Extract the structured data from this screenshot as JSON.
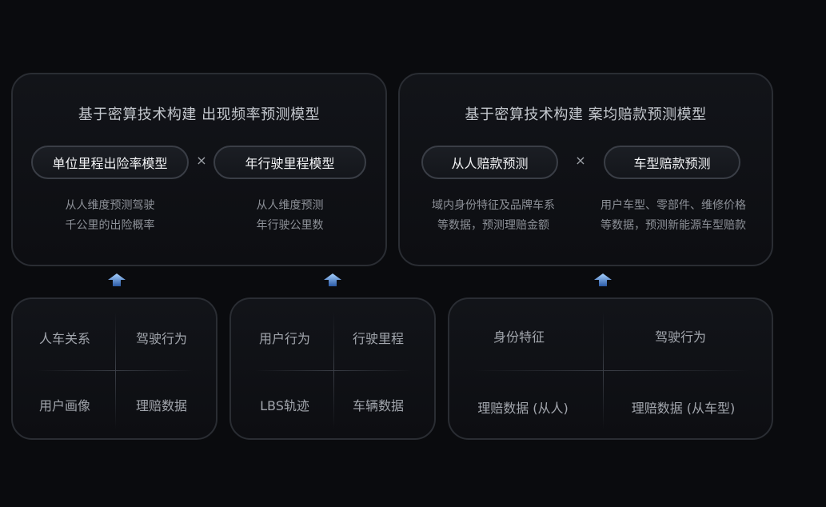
{
  "panels": {
    "left": {
      "title": "基于密算技术构建 出现频率预测模型",
      "pill_a": "单位里程出险率模型",
      "times": "×",
      "pill_b": "年行驶里程模型",
      "desc_a_1": "从人维度预测驾驶",
      "desc_a_2": "千公里的出险概率",
      "desc_b_1": "从人维度预测",
      "desc_b_2": "年行驶公里数"
    },
    "right": {
      "title": "基于密算技术构建 案均赔款预测模型",
      "pill_a": "从人赔款预测",
      "times": "×",
      "pill_b": "车型赔款预测",
      "desc_a_1": "域内身份特征及品牌车系",
      "desc_a_2": "等数据，预测理赔金额",
      "desc_b_1": "用户车型、零部件、维修价格",
      "desc_b_2": "等数据，预测新能源车型赔款"
    }
  },
  "sources": {
    "box1": [
      "人车关系",
      "驾驶行为",
      "用户画像",
      "理赔数据"
    ],
    "box2": [
      "用户行为",
      "行驶里程",
      "LBS轨迹",
      "车辆数据"
    ],
    "box3": [
      "身份特征",
      "驾驶行为",
      "理赔数据 (从人)",
      "理赔数据 (从车型)"
    ]
  },
  "colors": {
    "background": "#0a0b0e",
    "border": "#2a2d33",
    "arrow_top": "#8fc3ff",
    "arrow_bottom": "#2f5fa8"
  }
}
